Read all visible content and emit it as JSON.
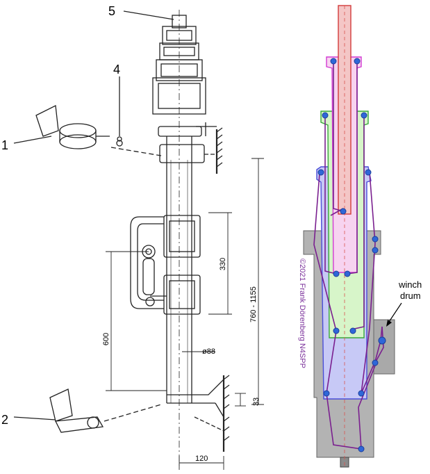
{
  "left_drawing": {
    "callouts": [
      "1",
      "2",
      "4",
      "5"
    ],
    "dimensions": {
      "total_length": "760 - 1155",
      "handle_spacing": "330",
      "lower_height": "600",
      "diameter": "ø88",
      "bottom_offset": "33",
      "base_width": "120"
    }
  },
  "right_drawing": {
    "credit": "©2021 Frank Dörenberg N4SPP",
    "winch_label_line1": "winch",
    "winch_label_line2": "drum",
    "colors": {
      "section_red": "#f4c6c6",
      "section_magenta": "#f7d3f0",
      "section_green": "#d7f5c9",
      "section_blue": "#c7c9f6",
      "base_gray": "#b3b3b3",
      "cable": "#7a1f8f",
      "pulley": "#2f67d8"
    }
  }
}
